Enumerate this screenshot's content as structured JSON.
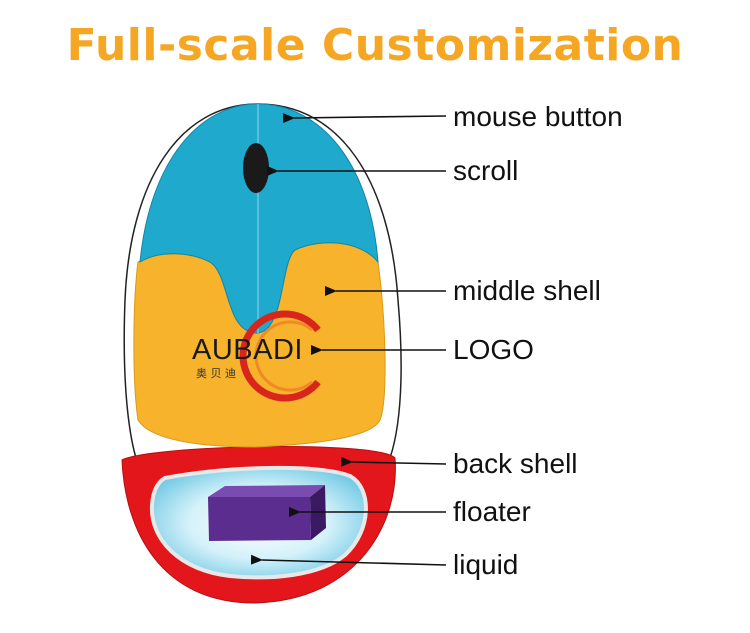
{
  "title": "Full-scale Customization",
  "labels": {
    "mouse_button": "mouse button",
    "scroll": "scroll",
    "middle_shell": "middle shell",
    "logo": "LOGO",
    "back_shell": "back shell",
    "floater": "floater",
    "liquid": "liquid"
  },
  "logo": {
    "brand": "AUBADI",
    "chinese": "奥 贝 迪"
  },
  "colors": {
    "title": "#f5a623",
    "mouse_button": "#1fa9cc",
    "middle_shell": "#f6b32b",
    "back_shell": "#e3161b",
    "floater": "#5b2d8e",
    "liquid": "#bfe9f5",
    "scroll": "#1a1a1a",
    "logo_ring": "#d9261c"
  }
}
